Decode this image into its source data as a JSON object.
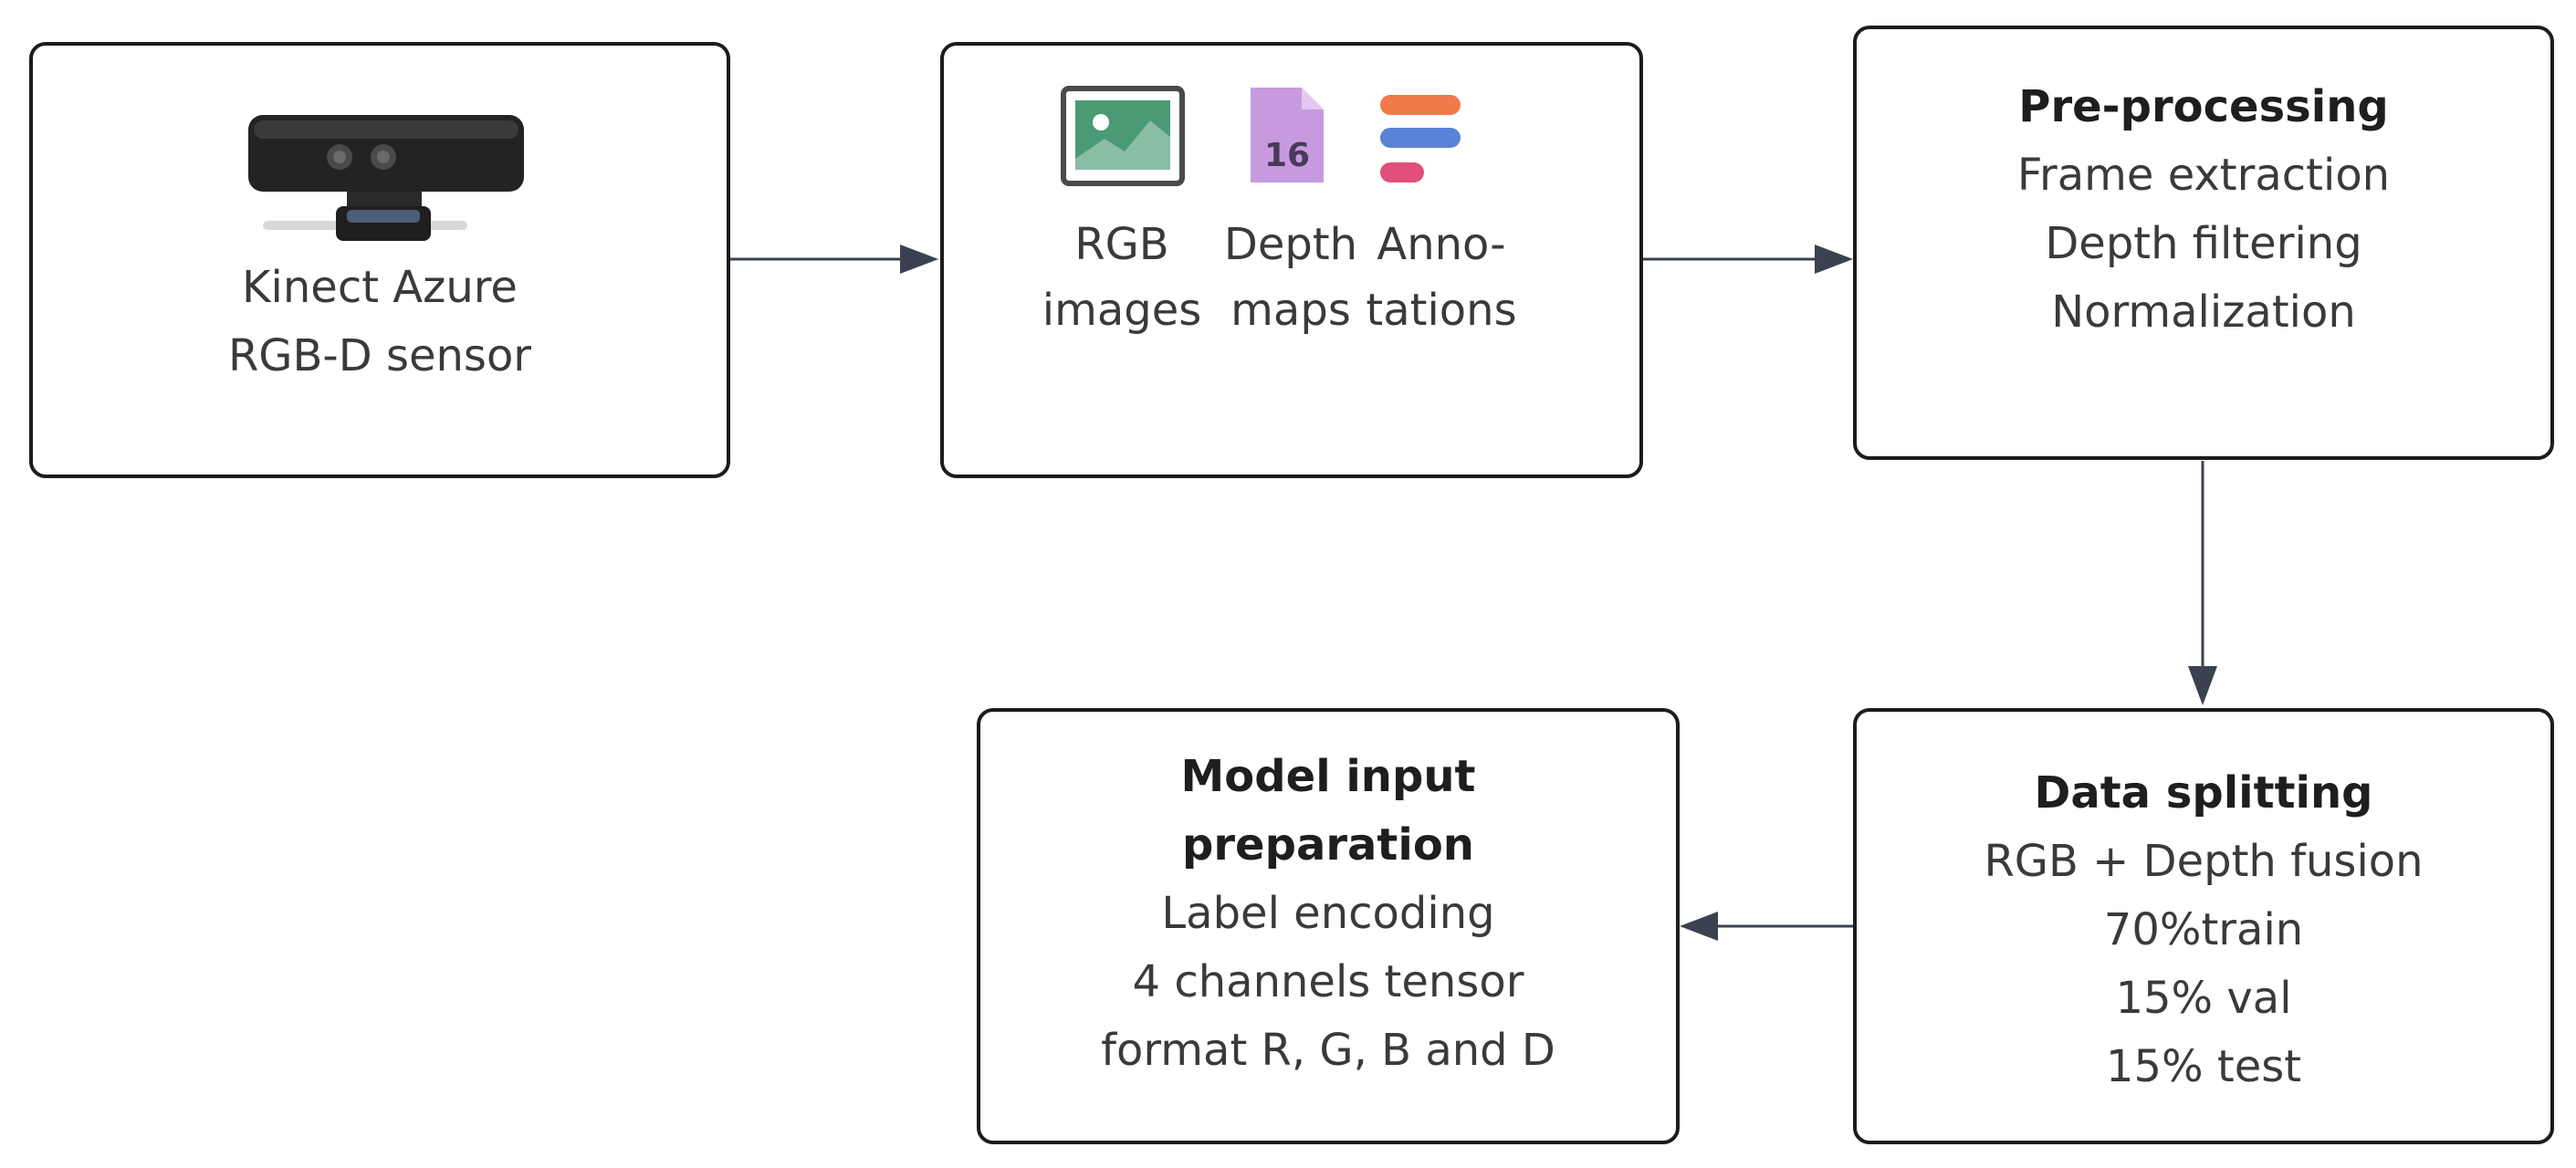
{
  "sensor_box": {
    "icon": "kinect-camera-icon",
    "lines": [
      "Kinect Azure",
      "RGB-D sensor"
    ]
  },
  "data_box": {
    "items": [
      {
        "icon": "image-icon",
        "lines": [
          "RGB",
          "images"
        ],
        "color": "#4a9a74"
      },
      {
        "icon": "depth-file-icon",
        "badge": "16",
        "lines": [
          "Depth",
          "maps"
        ],
        "color": "#c79ae0"
      },
      {
        "icon": "annotation-icon",
        "lines": [
          "Anno-",
          "tations"
        ],
        "colors": [
          "#f07a4a",
          "#5a82d6",
          "#e0507a"
        ]
      }
    ]
  },
  "preprocessing_box": {
    "title": "Pre-processing",
    "lines": [
      "Frame extraction",
      "Depth filtering",
      "Normalization"
    ]
  },
  "splitting_box": {
    "title": "Data splitting",
    "lines": [
      "RGB + Depth fusion",
      "70%train",
      "15% val",
      "15% test"
    ]
  },
  "model_box": {
    "title_lines": [
      "Model input",
      "preparation"
    ],
    "lines": [
      "Label encoding",
      "4 channels tensor",
      "format R, G, B and D"
    ]
  },
  "colors": {
    "border": "#1c1c1c",
    "arrow": "#3b4150",
    "text": "#3a3a3a"
  }
}
